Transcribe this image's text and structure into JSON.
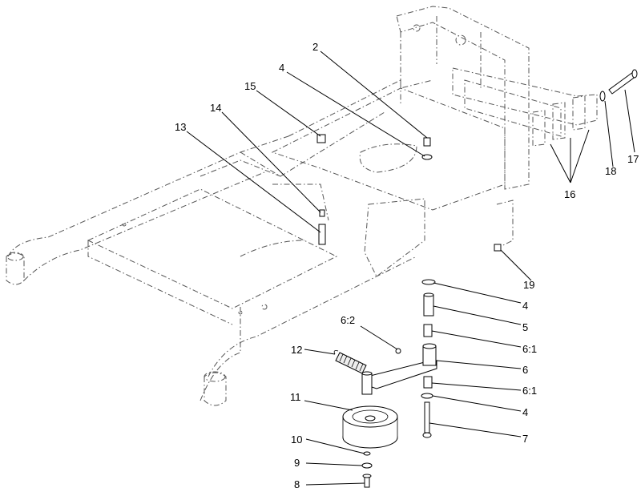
{
  "callouts": [
    {
      "id": "c2",
      "label": "2"
    },
    {
      "id": "c4a",
      "label": "4"
    },
    {
      "id": "c15",
      "label": "15"
    },
    {
      "id": "c14",
      "label": "14"
    },
    {
      "id": "c13",
      "label": "13"
    },
    {
      "id": "c16",
      "label": "16"
    },
    {
      "id": "c17",
      "label": "17"
    },
    {
      "id": "c18",
      "label": "18"
    },
    {
      "id": "c19",
      "label": "19"
    },
    {
      "id": "c4b",
      "label": "4"
    },
    {
      "id": "c5",
      "label": "5"
    },
    {
      "id": "c6_1a",
      "label": "6:1"
    },
    {
      "id": "c6_2",
      "label": "6:2"
    },
    {
      "id": "c12",
      "label": "12"
    },
    {
      "id": "c6",
      "label": "6"
    },
    {
      "id": "c6_1b",
      "label": "6:1"
    },
    {
      "id": "c11",
      "label": "11"
    },
    {
      "id": "c4c",
      "label": "4"
    },
    {
      "id": "c7",
      "label": "7"
    },
    {
      "id": "c10",
      "label": "10"
    },
    {
      "id": "c9",
      "label": "9"
    },
    {
      "id": "c8",
      "label": "8"
    }
  ]
}
